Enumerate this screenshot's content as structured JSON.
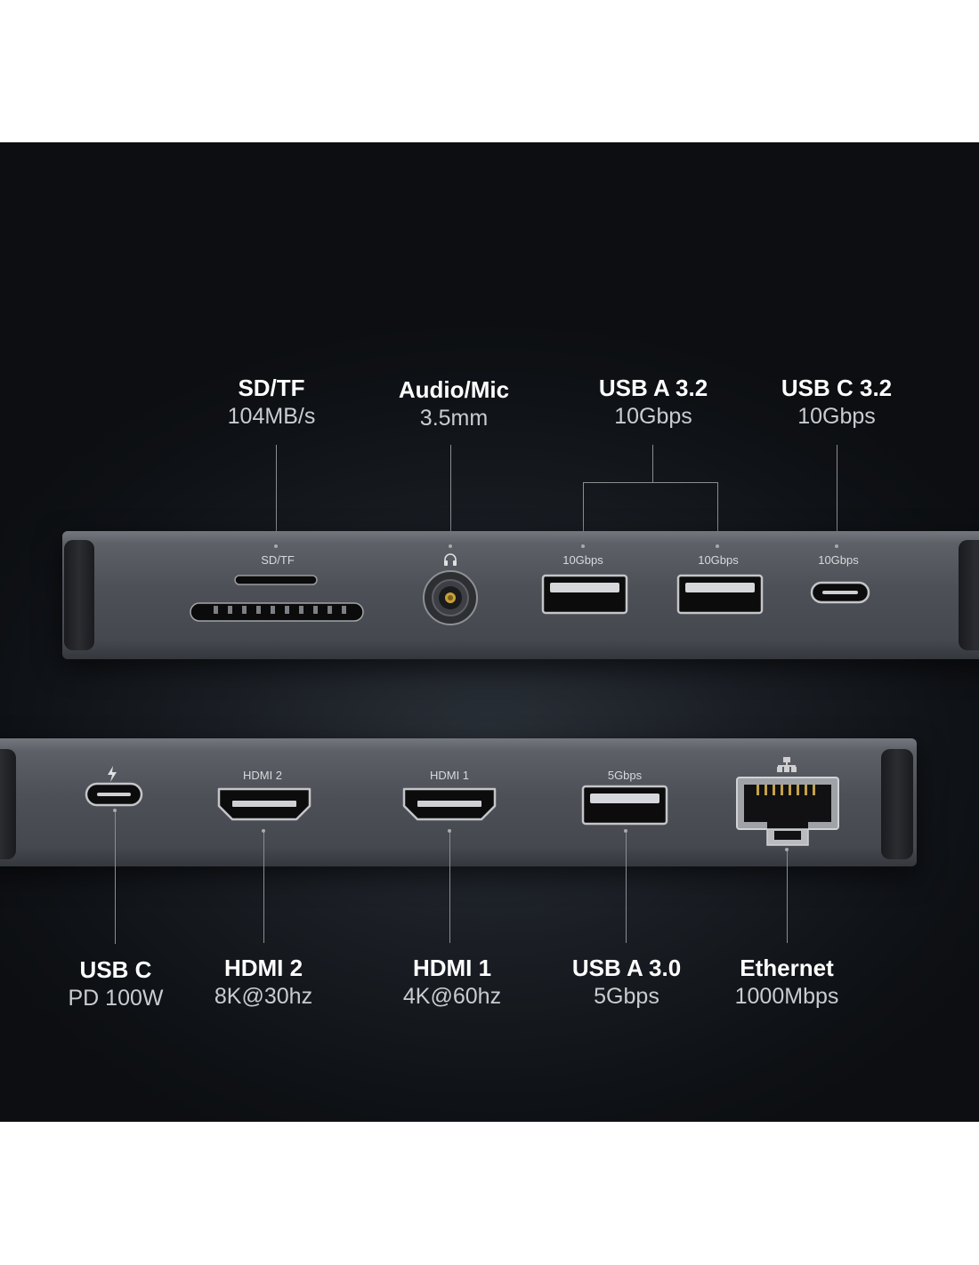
{
  "top_ports": [
    {
      "title": "SD/TF",
      "spec": "104MB/s"
    },
    {
      "title": "Audio/Mic",
      "spec": "3.5mm"
    },
    {
      "title": "USB A 3.2",
      "spec": "10Gbps"
    },
    {
      "title": "USB C 3.2",
      "spec": "10Gbps"
    }
  ],
  "bottom_ports": [
    {
      "title": "USB C",
      "spec": "PD 100W"
    },
    {
      "title": "HDMI 2",
      "spec": "8K@30hz"
    },
    {
      "title": "HDMI 1",
      "spec": "4K@60hz"
    },
    {
      "title": "USB A 3.0",
      "spec": "5Gbps"
    },
    {
      "title": "Ethernet",
      "spec": "1000Mbps"
    }
  ],
  "printed": {
    "sdtf": "SD/TF",
    "usba1": "10Gbps",
    "usba2": "10Gbps",
    "usbc": "10Gbps",
    "hdmi2": "HDMI 2",
    "hdmi1": "HDMI 1",
    "usb30": "5Gbps"
  },
  "icons": [
    "headphone-icon",
    "thunderbolt-icon",
    "ethernet-icon"
  ]
}
